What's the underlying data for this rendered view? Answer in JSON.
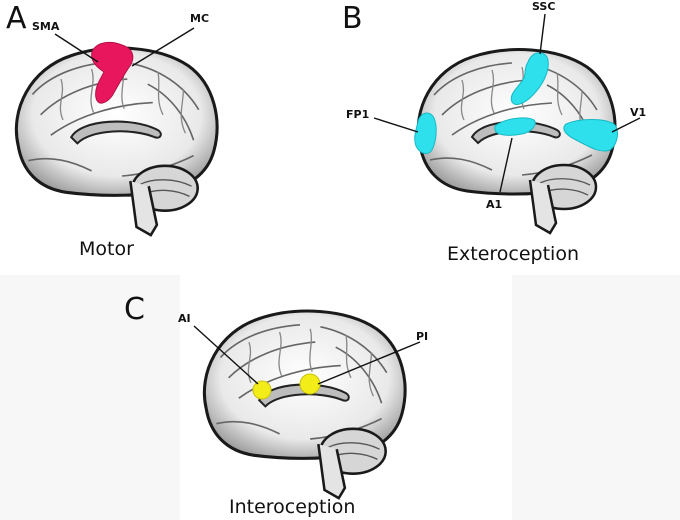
{
  "panels": {
    "a": {
      "letter": "A",
      "caption": "Motor",
      "regions": [
        {
          "label": "SMA",
          "color": "#e8175d"
        },
        {
          "label": "MC",
          "color": "#e8175d"
        }
      ]
    },
    "b": {
      "letter": "B",
      "caption": "Exteroception",
      "regions": [
        {
          "label": "SSC",
          "color": "#2de0ec"
        },
        {
          "label": "FP1",
          "color": "#2de0ec"
        },
        {
          "label": "V1",
          "color": "#2de0ec"
        },
        {
          "label": "A1",
          "color": "#2de0ec"
        }
      ]
    },
    "c": {
      "letter": "C",
      "caption": "Interoception",
      "regions": [
        {
          "label": "AI",
          "color": "#f2ec18"
        },
        {
          "label": "PI",
          "color": "#f2ec18"
        }
      ]
    }
  }
}
